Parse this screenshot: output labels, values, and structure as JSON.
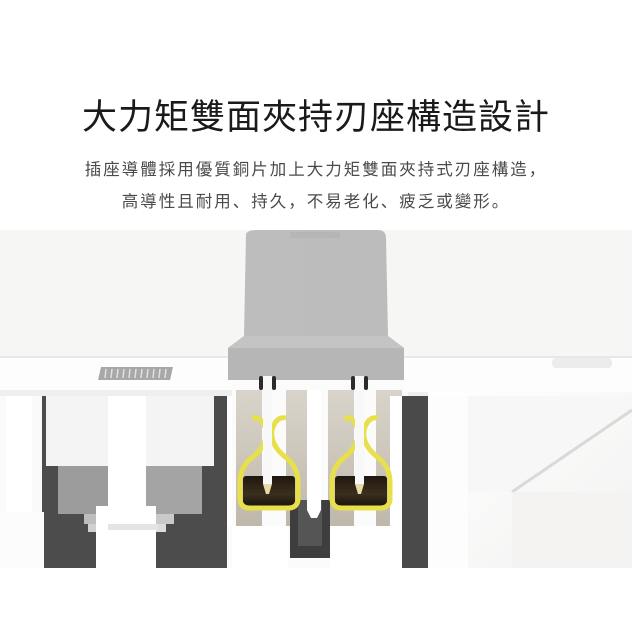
{
  "heading": {
    "title": "大力矩雙面夾持刃座構造設計"
  },
  "description": {
    "line1": "插座導體採用優質銅片加上大力矩雙面夾持式刃座構造，",
    "line2": "高導性且耐用、持久，不易老化、疲乏或變形。"
  },
  "illustration": {
    "subject": "socket-cross-section-with-plug",
    "colors": {
      "background": "#f6f6f5",
      "plug_body": "#b9b9b9",
      "socket_white": "#fbfbfb",
      "cavity_dark": "#4a4a4a",
      "brass_clip": "#e6dc4a",
      "clip_inner": "#2a2218"
    }
  }
}
